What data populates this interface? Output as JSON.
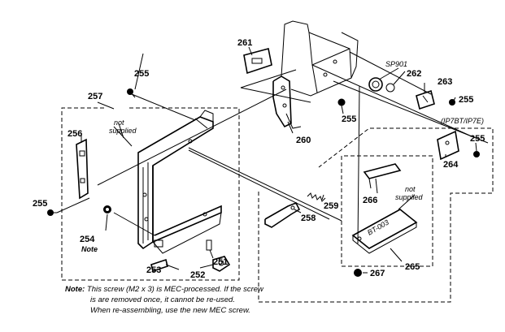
{
  "parts": [
    {
      "id": "p261",
      "label": "261"
    },
    {
      "id": "p255a",
      "label": "255"
    },
    {
      "id": "p257",
      "label": "257"
    },
    {
      "id": "p256",
      "label": "256"
    },
    {
      "id": "p255b",
      "label": "255"
    },
    {
      "id": "p254",
      "label": "254"
    },
    {
      "id": "p253",
      "label": "253"
    },
    {
      "id": "p252",
      "label": "252"
    },
    {
      "id": "p251",
      "label": "251"
    },
    {
      "id": "p260",
      "label": "260"
    },
    {
      "id": "p255c",
      "label": "255"
    },
    {
      "id": "p262",
      "label": "262"
    },
    {
      "id": "p263",
      "label": "263"
    },
    {
      "id": "p255d",
      "label": "255"
    },
    {
      "id": "p255e",
      "label": "255"
    },
    {
      "id": "p264",
      "label": "264"
    },
    {
      "id": "p258",
      "label": "258"
    },
    {
      "id": "p259",
      "label": "259"
    },
    {
      "id": "p266",
      "label": "266"
    },
    {
      "id": "p265",
      "label": "265"
    },
    {
      "id": "p267",
      "label": "267"
    }
  ],
  "labels": {
    "sp901": "SP901",
    "model_group": "(IP7BT/IP7E)",
    "not_supplied_1": "not",
    "not_supplied_1b": "supplied",
    "not_supplied_2": "not",
    "not_supplied_2b": "supplied",
    "note_under_254": "Note",
    "board_marking": "BT-003"
  },
  "note": {
    "prefix": "Note:",
    "line1": "This screw (M2 x 3) is MEC-processed.  If the screw",
    "line2": "is are removed once, it cannot be re-used.",
    "line3": "When re-assembling, use the new MEC screw."
  }
}
